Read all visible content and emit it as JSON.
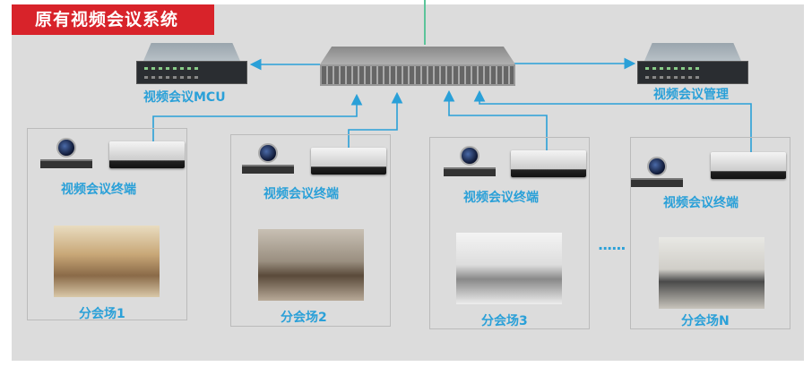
{
  "title": "原有视频会议系统",
  "mcu_label": "视频会议MCU",
  "manager_label": "视频会议管理",
  "terminal_label": "视频会议终端",
  "ellipsis": "......",
  "sites": [
    {
      "name": "分会场1"
    },
    {
      "name": "分会场2"
    },
    {
      "name": "分会场3"
    },
    {
      "name": "分会场N"
    }
  ],
  "colors": {
    "title_bg": "#d8232a",
    "link": "#2aa0d8",
    "uplink": "#5cc49a"
  }
}
